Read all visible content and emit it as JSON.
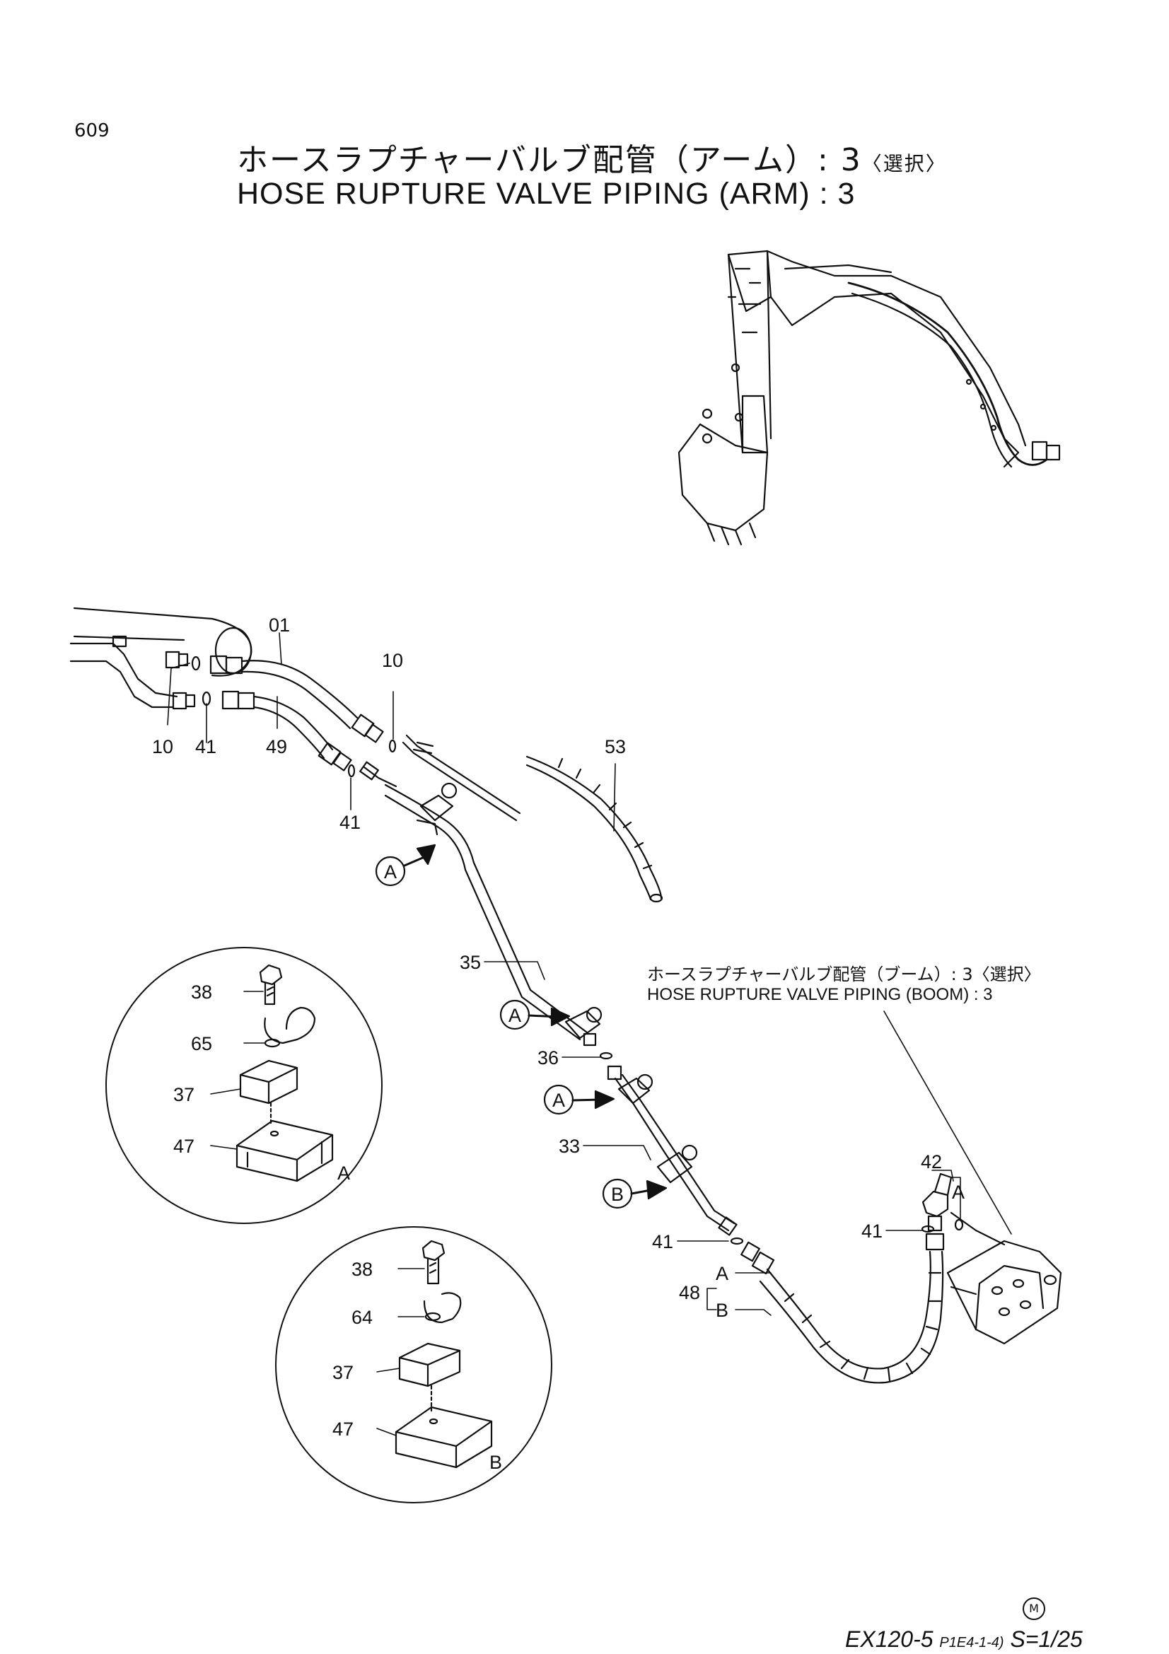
{
  "page_number": "609",
  "title_jp": "ホースラプチャーバルブ配管（アーム）: 3",
  "title_jp_option": "〈選択〉",
  "title_en": "HOSE RUPTURE VALVE PIPING (ARM) : 3",
  "reference": {
    "jp": "ホースラプチャーバルブ配管（ブーム）: 3",
    "jp_option": "〈選択〉",
    "en": "HOSE RUPTURE VALVE PIPING (BOOM) : 3"
  },
  "callouts": {
    "c01": "01",
    "c10a": "10",
    "c10b": "10",
    "c41a": "41",
    "c49": "49",
    "c41b": "41",
    "c53": "53",
    "c35": "35",
    "c36": "36",
    "c33": "33",
    "c41c": "41",
    "c48": "48",
    "c42": "42",
    "c41d": "41",
    "detA_38": "38",
    "detA_65": "65",
    "detA_37": "37",
    "detA_47": "47",
    "detB_38": "38",
    "detB_64": "64",
    "detB_37": "37",
    "detB_47": "47"
  },
  "view_markers": {
    "A1": "A",
    "A2": "A",
    "A3": "A",
    "B1": "B",
    "detail_A": "A",
    "detail_B": "B",
    "c48_A": "A",
    "c48_B": "B",
    "c42_A": "A"
  },
  "maker_mark": "M",
  "footer": {
    "model": "EX120-5",
    "code": "P1E4-1-4)",
    "scale": "S=1/25"
  }
}
